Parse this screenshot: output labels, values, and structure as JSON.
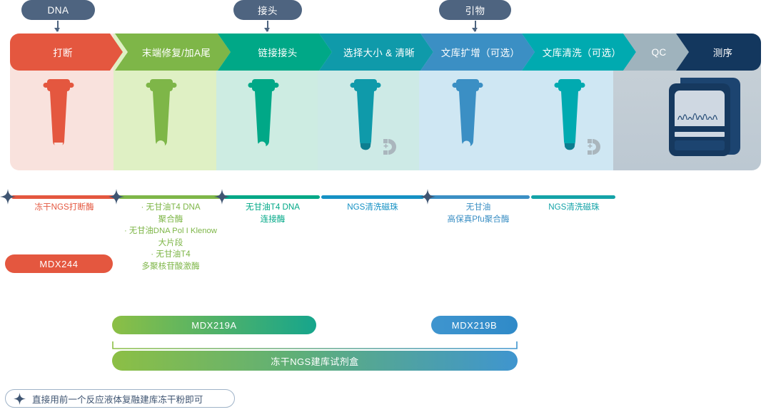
{
  "diagram": {
    "title": "NGS Library Preparation Workflow",
    "colors": {
      "fragmentation": "#e4573f",
      "end_repair": "#7eb648",
      "ligation": "#00a887",
      "size_selection": "#0f9aaa",
      "amplification": "#3b8fc4",
      "cleanup": "#00aab0",
      "qc": "#9fb3bd",
      "sequencing": "#13375e",
      "pill": "#4e6480",
      "note_text": "#3f5572"
    }
  },
  "inputs": [
    {
      "label": "DNA",
      "target": "打断"
    },
    {
      "label": "接头",
      "target": "链接接头"
    },
    {
      "label": "引物",
      "target": "文库扩增（可选）"
    }
  ],
  "steps": [
    {
      "label": "打断",
      "color": "#e4573f",
      "panel": "#f9e2dd",
      "tube": "#e4573f",
      "magnet": false
    },
    {
      "label": "末端修复/加A尾",
      "color": "#7eb648",
      "panel": "#dff0c4",
      "tube": "#7eb648",
      "magnet": false
    },
    {
      "label": "链接接头",
      "color": "#00a887",
      "panel": "#cdece2",
      "tube": "#00a887",
      "magnet": false
    },
    {
      "label": "选择大小 & 清晰",
      "color": "#0f9aaa",
      "panel": "#cdeae6",
      "tube": "#0f9aaa",
      "magnet": true
    },
    {
      "label": "文库扩增（可选）",
      "color": "#3b8fc4",
      "panel": "#cfe7f3",
      "tube": "#3b8fc4",
      "magnet": false
    },
    {
      "label": "文库清洗（可选）",
      "color": "#00aab0",
      "panel": "#cfe7f3",
      "tube": "#00aab0",
      "magnet": true
    },
    {
      "label": "QC",
      "color": "#9fb3bd",
      "panel": "#c9d2d8",
      "tube": null,
      "magnet": false
    },
    {
      "label": "测序",
      "color": "#13375e",
      "panel": "#c9d2d8",
      "tube": null,
      "magnet": false
    }
  ],
  "reagents": [
    {
      "bar_color": "#e4573f",
      "text_color": "#e4573f",
      "star": true,
      "lines": [
        "冻干NGS打断酶"
      ]
    },
    {
      "bar_color": "#7eb648",
      "text_color": "#7eb648",
      "star": true,
      "lines": [
        "· 无甘油T4 DNA",
        "聚合酶",
        "· 无甘油DNA Pol I Klenow",
        "大片段",
        "· 无甘油T4",
        "多聚核苷酸激酶"
      ]
    },
    {
      "bar_color": "#00a887",
      "text_color": "#00a887",
      "star": true,
      "lines": [
        "无甘油T4 DNA",
        "连接酶"
      ]
    },
    {
      "bar_color": "#1591c4",
      "text_color": "#1591c4",
      "star": false,
      "lines": [
        "NGS清洗磁珠"
      ]
    },
    {
      "bar_color": "#3b8fc4",
      "text_color": "#3b8fc4",
      "star": true,
      "lines": [
        "无甘油",
        "高保真Pfu聚合酶"
      ]
    },
    {
      "bar_color": "#14a3a8",
      "text_color": "#14a3a8",
      "star": false,
      "lines": [
        "NGS清洗磁珠"
      ]
    }
  ],
  "products": [
    {
      "code": "MDX244",
      "from": "#e4573f",
      "to": "#e4573f"
    },
    {
      "code": "MDX219A",
      "from": "#8cbf45",
      "to": "#16a58c"
    },
    {
      "code": "MDX219B",
      "from": "#3f95cf",
      "to": "#2f8ac8"
    }
  ],
  "kit": {
    "label": "冻干NGS建库试剂盒",
    "from": "#8cbf45",
    "to": "#3f95cf"
  },
  "note": {
    "icon": "sparkle-icon",
    "text": "直接用前一个反应液体复融建库冻干粉即可"
  }
}
